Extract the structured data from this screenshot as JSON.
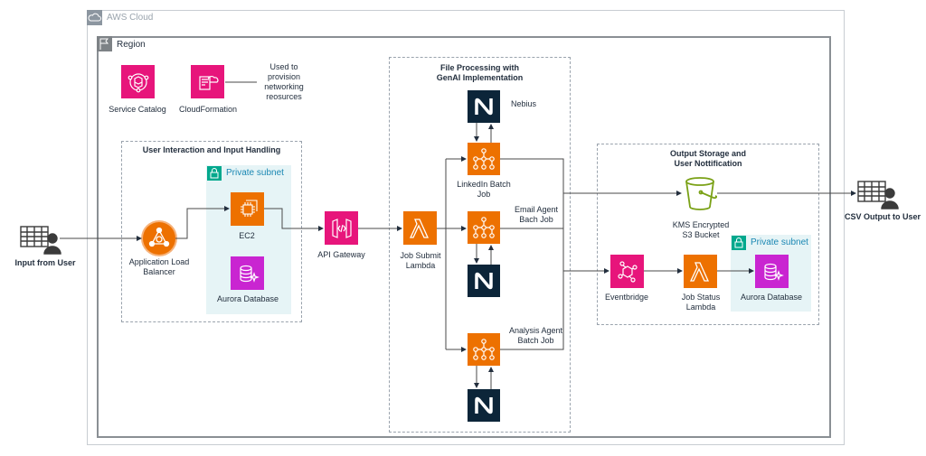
{
  "diagram": {
    "cloud_label": "AWS Cloud",
    "region_label": "Region",
    "top_services": {
      "service_catalog": "Service Catalog",
      "cloudformation": "CloudFormation",
      "cloudformation_note": "Used to\nprovision\nnetworking\nreosurces"
    },
    "input": {
      "label": "Input from User"
    },
    "output": {
      "label": "CSV Output to User"
    },
    "user_interaction_group": {
      "title": "User Interaction and Input Handling",
      "subnet_label": "Private subnet",
      "alb_label": "Application Load\nBalancer",
      "ec2_label": "EC2",
      "aurora_label": "Aurora Database"
    },
    "api_gateway_label": "API Gateway",
    "processing_group": {
      "title": "File Processing with\nGenAI Implementation",
      "job_submit_label": "Job Submit\nLambda",
      "nebius_label": "Nebius",
      "linkedin_job_label": "LinkedIn Batch\nJob",
      "email_job_label": "Email Agent\nBach Job",
      "analysis_job_label": "Analysis Agent\nBatch Job"
    },
    "output_group": {
      "title": "Output Storage and\nUser Nottification",
      "s3_label": "KMS Encrypted\nS3 Bucket",
      "eventbridge_label": "Eventbridge",
      "job_status_label": "Job Status\nLambda",
      "subnet_label": "Private subnet",
      "aurora_label": "Aurora Database"
    },
    "colors": {
      "management_pink": "#e7157b",
      "compute_orange": "#ed7100",
      "database_purple": "#c925d1",
      "storage_green": "#7aa116",
      "nebius_navy": "#0c2539",
      "subnet_teal": "#01a88d"
    }
  }
}
